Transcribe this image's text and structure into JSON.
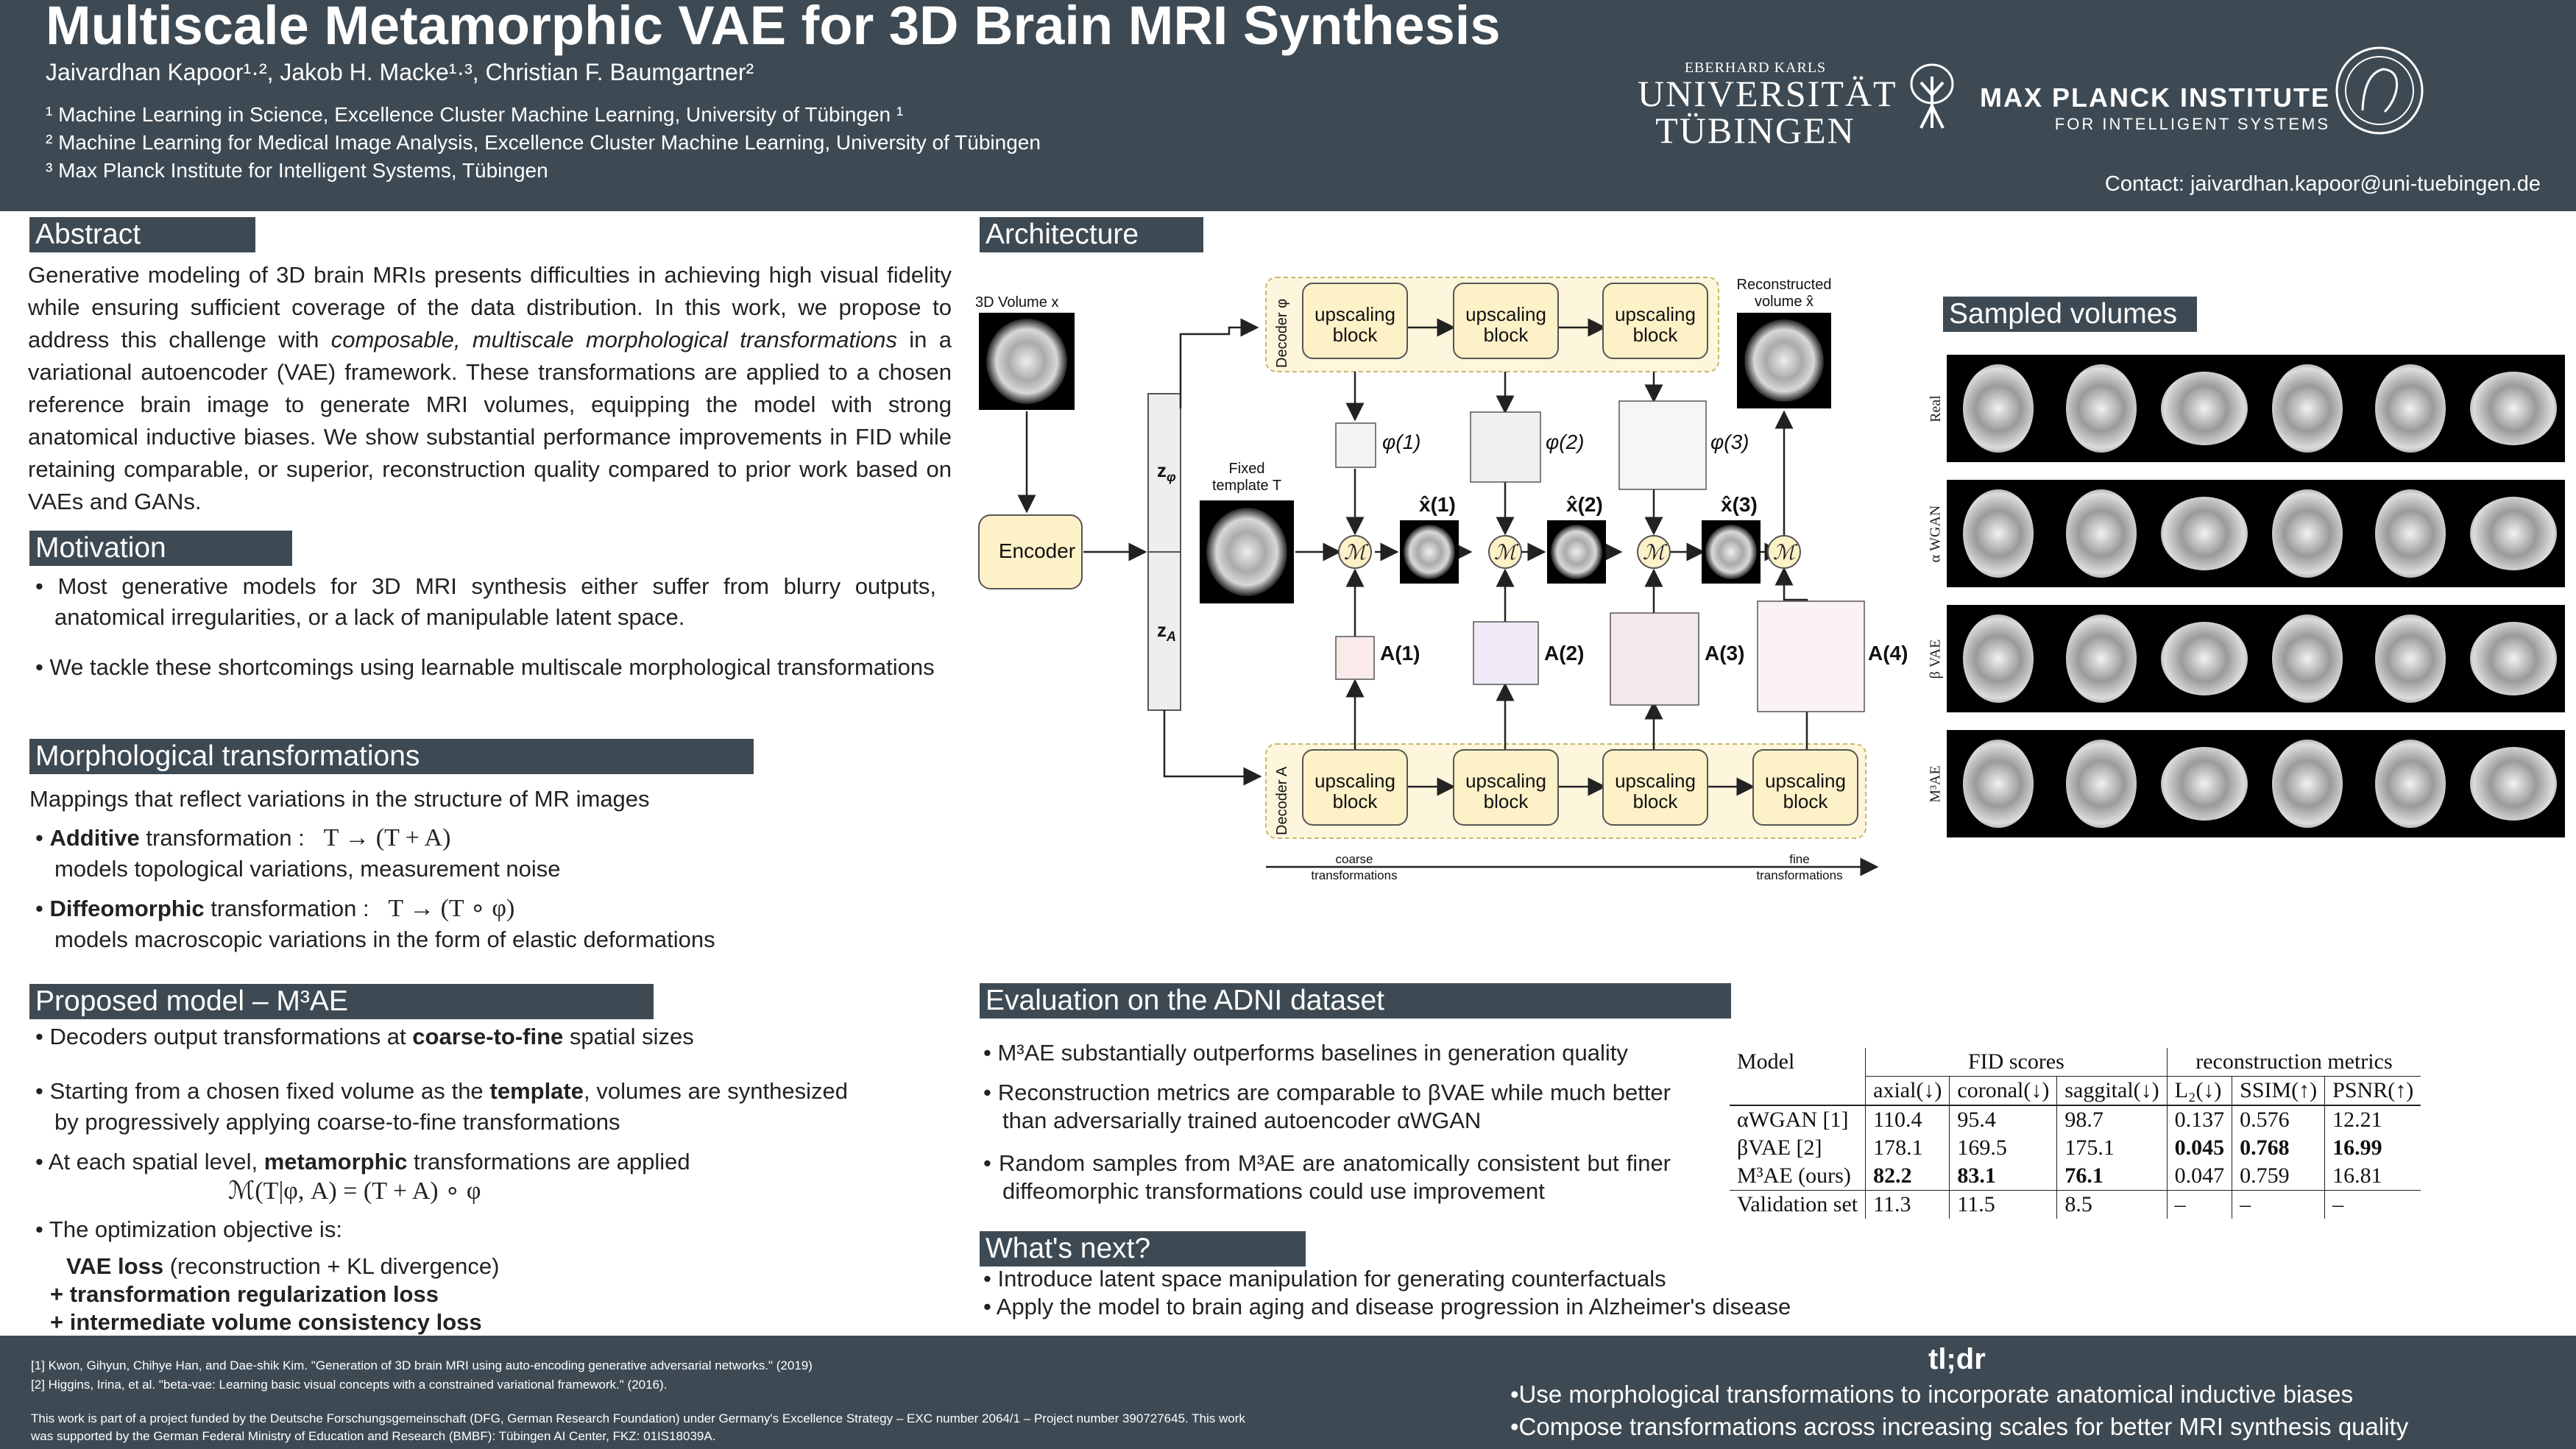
{
  "header": {
    "title": "Multiscale Metamorphic VAE for 3D Brain MRI Synthesis",
    "authors": "Jaivardhan Kapoor¹·², Jakob H. Macke¹·³, Christian F. Baumgartner²",
    "affiliations": [
      "¹ Machine Learning in Science, Excellence Cluster Machine Learning, University of Tübingen ¹",
      "² Machine Learning for Medical Image Analysis, Excellence Cluster Machine Learning, University of Tübingen",
      "³ Max Planck Institute for Intelligent Systems, Tübingen"
    ],
    "uni_logo": {
      "small": "EBERHARD KARLS",
      "line1": "UNIVERSITÄT",
      "line2": "TÜBINGEN"
    },
    "mpi_logo": {
      "name": "MAX PLANCK INSTITUTE",
      "sub": "FOR INTELLIGENT SYSTEMS"
    },
    "contact": "Contact: jaivardhan.kapoor@uni-tuebingen.de"
  },
  "abstract": {
    "heading": "Abstract",
    "text_before": "Generative modeling of 3D brain MRIs presents difficulties in achieving high visual fidelity while ensuring sufficient coverage of the data distribution. In this work, we propose to address this challenge with ",
    "text_emph": "composable, multiscale morphological transformations",
    "text_after": " in a variational autoencoder (VAE) framework. These transformations are applied to a chosen reference brain image to generate MRI volumes, equipping the model with strong anatomical inductive biases. We show substantial performance improvements in FID while retaining comparable, or superior, reconstruction quality compared to prior work based on VAEs and GANs."
  },
  "motivation": {
    "heading": "Motivation",
    "bullets": [
      "Most generative models for 3D MRI synthesis either suffer from blurry outputs, anatomical irregularities, or a lack of manipulable latent space.",
      "We tackle these shortcomings using learnable multiscale morphological transformations"
    ]
  },
  "morph": {
    "heading": "Morphological transformations",
    "intro": "Mappings that reflect variations in the structure of MR images",
    "additive_bold": "Additive",
    "additive_rest": " transformation :",
    "additive_formula": "T → (T + A)",
    "additive_desc": "models topological variations, measurement noise",
    "diffeo_bold": "Diffeomorphic",
    "diffeo_rest": " transformation :",
    "diffeo_formula": "T → (T ∘ φ)",
    "diffeo_desc": "models macroscopic variations in the form of elastic deformations"
  },
  "proposed": {
    "heading": "Proposed model – M³AE",
    "b1_pre": "Decoders output transformations at ",
    "b1_bold": "coarse-to-fine",
    "b1_post": " spatial sizes",
    "b2_pre": "Starting from a chosen fixed volume as the ",
    "b2_bold": "template",
    "b2_post": ", volumes are synthesized by progressively applying coarse-to-fine transformations",
    "b3_pre": "At each spatial level, ",
    "b3_bold": "metamorphic",
    "b3_post": " transformations are applied",
    "formula": "ℳ(T|φ, A) = (T + A) ∘ φ",
    "b4": "The optimization objective is:",
    "loss1_bold": "VAE loss",
    "loss1_rest": " (reconstruction + KL divergence)",
    "loss2": "+ transformation regularization loss",
    "loss3": "+ intermediate volume consistency loss"
  },
  "architecture": {
    "heading": "Architecture",
    "input_label": "3D Volume x",
    "encoder": "Encoder",
    "z_phi": "z",
    "z_phi_sub": "φ",
    "z_a": "z",
    "z_a_sub": "A",
    "decoder_phi": "Decoder φ",
    "decoder_a": "Decoder A",
    "block_line1": "upscaling",
    "block_line2": "block",
    "fixed_template": [
      "Fixed",
      "template T"
    ],
    "recon_label": [
      "Reconstructed",
      "volume x̂"
    ],
    "phi_labels": [
      "φ(1)",
      "φ(2)",
      "φ(3)"
    ],
    "a_labels": [
      "A(1)",
      "A(2)",
      "A(3)",
      "A(4)"
    ],
    "xhat_labels": [
      "x̂(1)",
      "x̂(2)",
      "x̂(3)"
    ],
    "m_symbol": "ℳ",
    "coarse": [
      "coarse",
      "transformations"
    ],
    "fine": [
      "fine",
      "transformations"
    ]
  },
  "sampled": {
    "heading": "Sampled volumes",
    "rows": [
      "Real",
      "α WGAN",
      "β VAE",
      "M³AE"
    ]
  },
  "evaluation": {
    "heading": "Evaluation on the ADNI dataset",
    "bullets": [
      "M³AE substantially outperforms baselines in generation quality",
      "Reconstruction metrics are comparable to βVAE while much better than adversarially trained autoencoder αWGAN",
      "Random samples from M³AE are anatomically consistent but finer diffeomorphic transformations could use improvement"
    ],
    "table": {
      "group1": "FID scores",
      "group2": "reconstruction metrics",
      "model_col": "Model",
      "cols": [
        "axial(↓)",
        "coronal(↓)",
        "saggital(↓)",
        "L₂(↓)",
        "SSIM(↑)",
        "PSNR(↑)"
      ],
      "rows": [
        [
          "αWGAN [1]",
          "110.4",
          "95.4",
          "98.7",
          "0.137",
          "0.576",
          "12.21"
        ],
        [
          "βVAE [2]",
          "178.1",
          "169.5",
          "175.1",
          "0.045",
          "0.768",
          "16.99"
        ],
        [
          "M³AE (ours)",
          "82.2",
          "83.1",
          "76.1",
          "0.047",
          "0.759",
          "16.81"
        ],
        [
          "Validation set",
          "11.3",
          "11.5",
          "8.5",
          "–",
          "–",
          "–"
        ]
      ]
    }
  },
  "whats_next": {
    "heading": "What's next?",
    "bullets": [
      "Introduce latent space manipulation for generating counterfactuals",
      "Apply the model to brain aging and disease progression in Alzheimer's disease"
    ]
  },
  "footer": {
    "refs": [
      "[1] Kwon, Gihyun, Chihye Han, and Dae-shik Kim. \"Generation of 3D brain MRI using auto-encoding generative adversarial networks.\" (2019)",
      "[2] Higgins, Irina, et al. \"beta-vae: Learning basic visual concepts with a constrained variational framework.\" (2016)."
    ],
    "funding": [
      "This work is part of a project funded by the Deutsche Forschungsgemeinschaft (DFG, German Research Foundation) under Germany's Excellence Strategy – EXC number 2064/1 – Project number 390727645. This work",
      "was supported by the German Federal Ministry of Education and Research (BMBF): Tübingen AI Center, FKZ: 01IS18039A."
    ],
    "tldr_title": "tl;dr",
    "tldr": [
      "•Use morphological transformations to incorporate anatomical inductive biases",
      "•Compose transformations across increasing scales for better MRI synthesis quality"
    ]
  }
}
